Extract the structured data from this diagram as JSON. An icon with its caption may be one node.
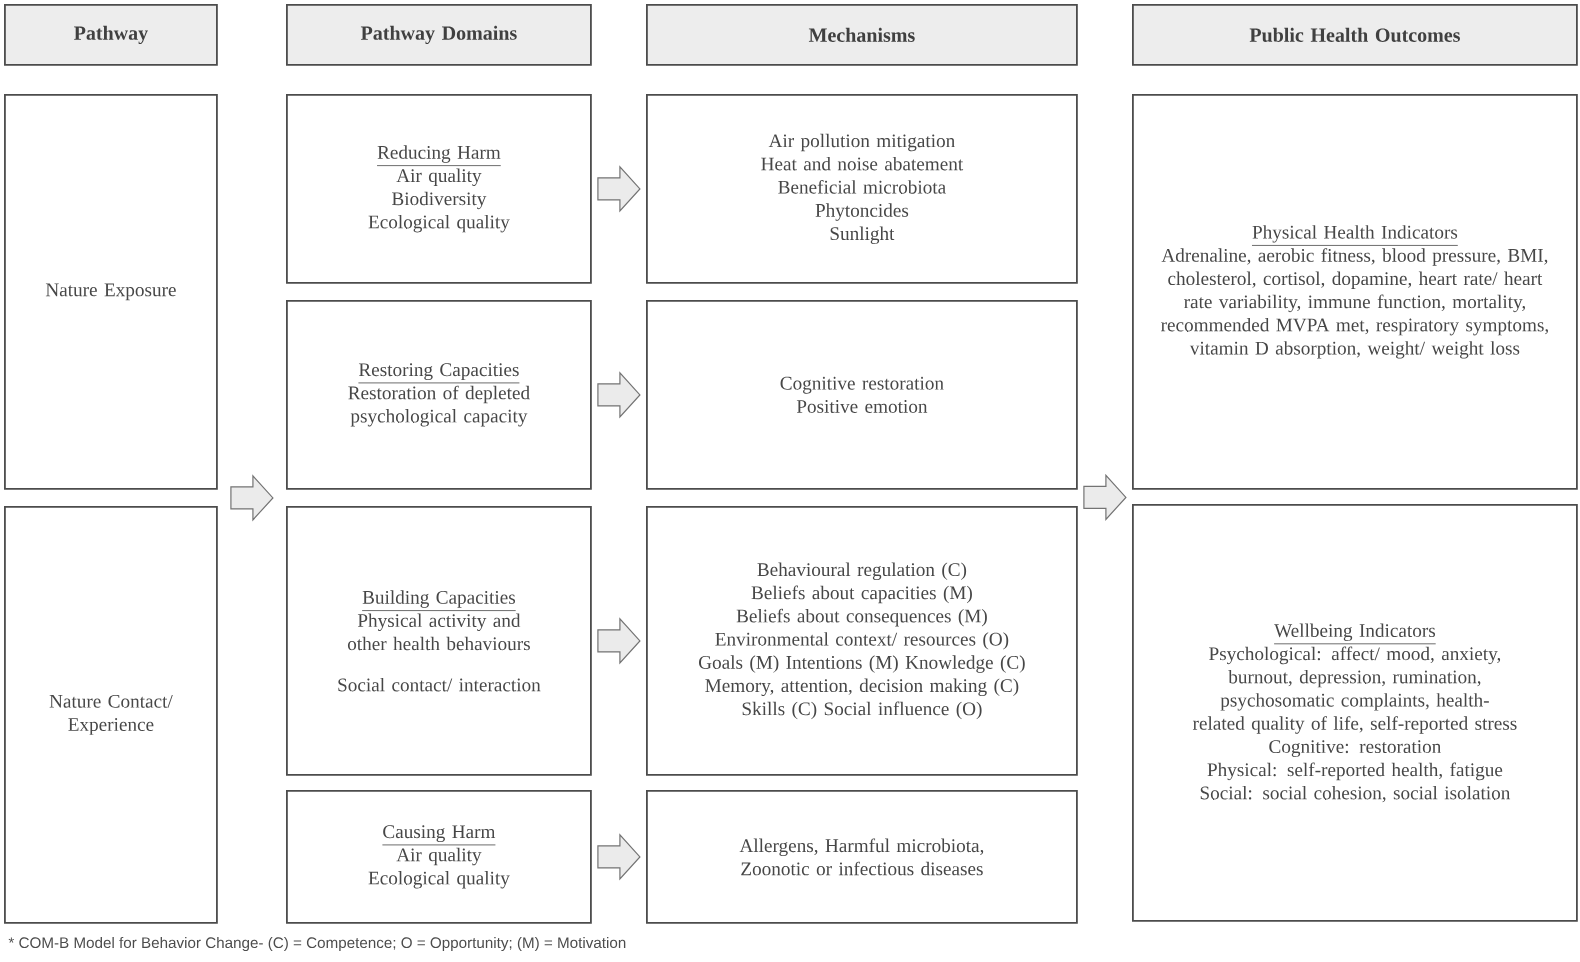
{
  "diagram": {
    "nodes": [
      {
        "text": [
          "Pathway"
        ]
      },
      {
        "text": [
          "Pathway Domains"
        ]
      },
      {
        "text": [
          "Mechanisms"
        ]
      },
      {
        "text": [
          "Public Health Outcomes"
        ]
      },
      {
        "text": [
          "Nature Exposure"
        ]
      },
      {
        "text": [
          "Nature Contact/ Experience"
        ]
      },
      {
        "text": [
          "Reducing Harm",
          "Air quality",
          "Biodiversity",
          "Ecological quality"
        ]
      },
      {
        "text": [
          "Restoring Capacities",
          "Restoration of depleted psychological capacity"
        ]
      },
      {
        "text": [
          "Building Capacities",
          "Physical activity and other health behaviours",
          "Social contact/ interaction"
        ]
      },
      {
        "text": [
          "Causing Harm",
          "Air quality",
          "Ecological quality"
        ]
      },
      {
        "text": [
          "Air pollution mitigation",
          "Heat and noise abatement",
          "Beneficial microbiota",
          "Phytoncides",
          "Sunlight"
        ]
      },
      {
        "text": [
          "Cognitive restoration",
          "Positive emotion"
        ]
      },
      {
        "text": [
          "Behavioural regulation (C)",
          "Beliefs about capacities (M)",
          "Beliefs about consequences (M)",
          "Environmental context/ resources (O)",
          "Goals (M) Intentions (M) Knowledge (C)",
          "Memory, attention, decision making (C)",
          "Skills (C) Social influence (O)"
        ]
      },
      {
        "text": [
          "Allergens, Harmful microbiota, Zoonotic or infectious diseases"
        ]
      },
      {
        "text": [
          "Physical Health Indicators",
          "Adrenaline, aerobic fitness, blood pressure, BMI, cholesterol, cortisol, dopamine, heart rate/ heart rate variability, immune function, mortality, recommended MVPA met, respiratory symptoms, vitamin D absorption, weight/ weight loss"
        ]
      },
      {
        "text": [
          "Wellbeing Indicators",
          "Psychological: affect/ mood, anxiety, burnout, depression, rumination, psychosomatic complaints, health-related quality of life, self-reported stress",
          "Cognitive: restoration",
          "Physical: self-reported health, fatigue",
          "Social: social cohesion, social isolation"
        ]
      }
    ],
    "edges": [
      {
        "from": 6,
        "to": 10,
        "arrow": "to"
      },
      {
        "from": 7,
        "to": 11,
        "arrow": "to"
      },
      {
        "from": 8,
        "to": 12,
        "arrow": "to"
      },
      {
        "from": 9,
        "to": 13,
        "arrow": "to"
      },
      {
        "from": 4,
        "to": 7,
        "arrow": "to"
      },
      {
        "from": 5,
        "to": 8,
        "arrow": "to"
      },
      {
        "from": 11,
        "to": 14,
        "arrow": "to"
      },
      {
        "from": 12,
        "to": 15,
        "arrow": "to"
      }
    ],
    "labels": [
      "* COM-B Model for Behavior Change- (C) = Competence; O = Opportunity; (M) = Motivation"
    ]
  }
}
